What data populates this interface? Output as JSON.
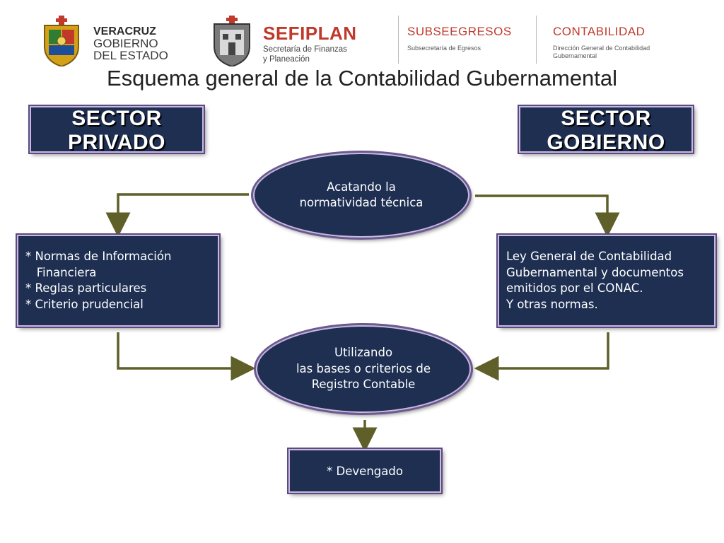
{
  "header": {
    "veracruz_logo": {
      "line1": "VERACRUZ",
      "line2": "GOBIERNO",
      "line3": "DEL ESTADO"
    },
    "sefiplan_logo": {
      "name": "SEFIPLAN",
      "subtitle_line1": "Secretaría de Finanzas",
      "subtitle_line2": "y Planeación"
    },
    "subseegresos_logo": {
      "name": "SUBSEEGRESOS",
      "subtitle": "Subsecretaría de Egresos"
    },
    "contabilidad_logo": {
      "name": "CONTABILIDAD",
      "subtitle_line1": "Dirección General de Contabilidad",
      "subtitle_line2": "Gubernamental"
    }
  },
  "title": "Esquema general de la Contabilidad Gubernamental",
  "diagram": {
    "sector_privado": {
      "line1": "SECTOR",
      "line2": "PRIVADO"
    },
    "sector_gobierno": {
      "line1": "SECTOR",
      "line2": "GOBIERNO"
    },
    "ellipse_top": {
      "line1": "Acatando la",
      "line2": "normatividad técnica"
    },
    "left_box": {
      "line1": "* Normas de Información",
      "line2": "   Financiera",
      "line3": "* Reglas particulares",
      "line4": "* Criterio prudencial"
    },
    "right_box": {
      "line1": "Ley General de Contabilidad",
      "line2": "Gubernamental y documentos",
      "line3": "emitidos por el CONAC.",
      "line4": "Y otras normas."
    },
    "ellipse_bottom": {
      "line1": "Utilizando",
      "line2": "las bases o criterios de",
      "line3": "Registro Contable"
    },
    "result_box": {
      "text": "* Devengado"
    }
  },
  "colors": {
    "box_fill": "#1e2f52",
    "arrow": "#5f5f2a",
    "logo_red": "#c0392b"
  }
}
